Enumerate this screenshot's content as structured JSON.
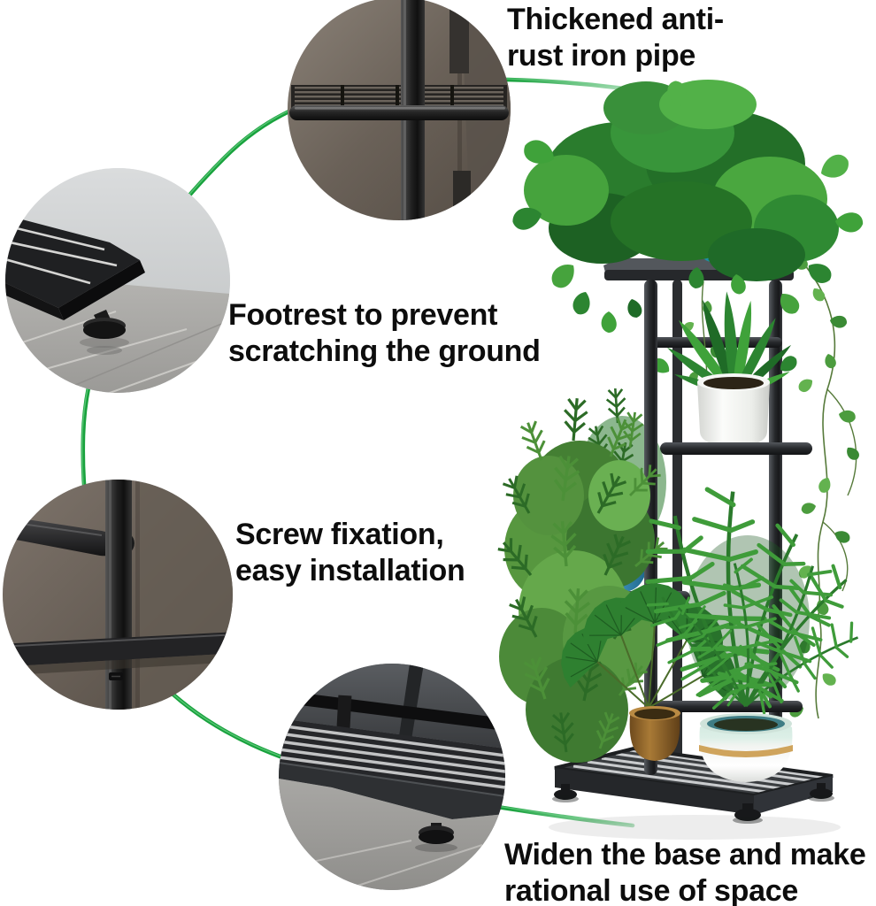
{
  "infographic": {
    "callouts": [
      {
        "id": "pipe",
        "line1": "Thickened anti-",
        "line2": "rust iron pipe"
      },
      {
        "id": "footrest",
        "line1": "Footrest to prevent",
        "line2": "scratching the ground"
      },
      {
        "id": "screw",
        "line1": "Screw fixation,",
        "line2": "easy installation"
      },
      {
        "id": "base",
        "line1": "Widen the base and make",
        "line2": "rational use of space"
      }
    ],
    "colors": {
      "accent_green": "#18a23d",
      "accent_green_light": "#58c06f",
      "text": "#0d0d0d",
      "background": "#ffffff",
      "metal_frame": "#2e3134",
      "pot_top_basket_teal": "#2aa6b8",
      "pot_tier2_white": "#f2f3f1",
      "pot_tier3_blue": "#2e83ad",
      "gold_stripe": "#c9a052",
      "pot_brown": "#8a5f2b",
      "pot_mint_white": "#d7ebe2",
      "foliage_green": "#2f8f33",
      "callout_bg_taupe": "#6a6158",
      "floor_marble_gray": "#a5a4a1"
    }
  }
}
